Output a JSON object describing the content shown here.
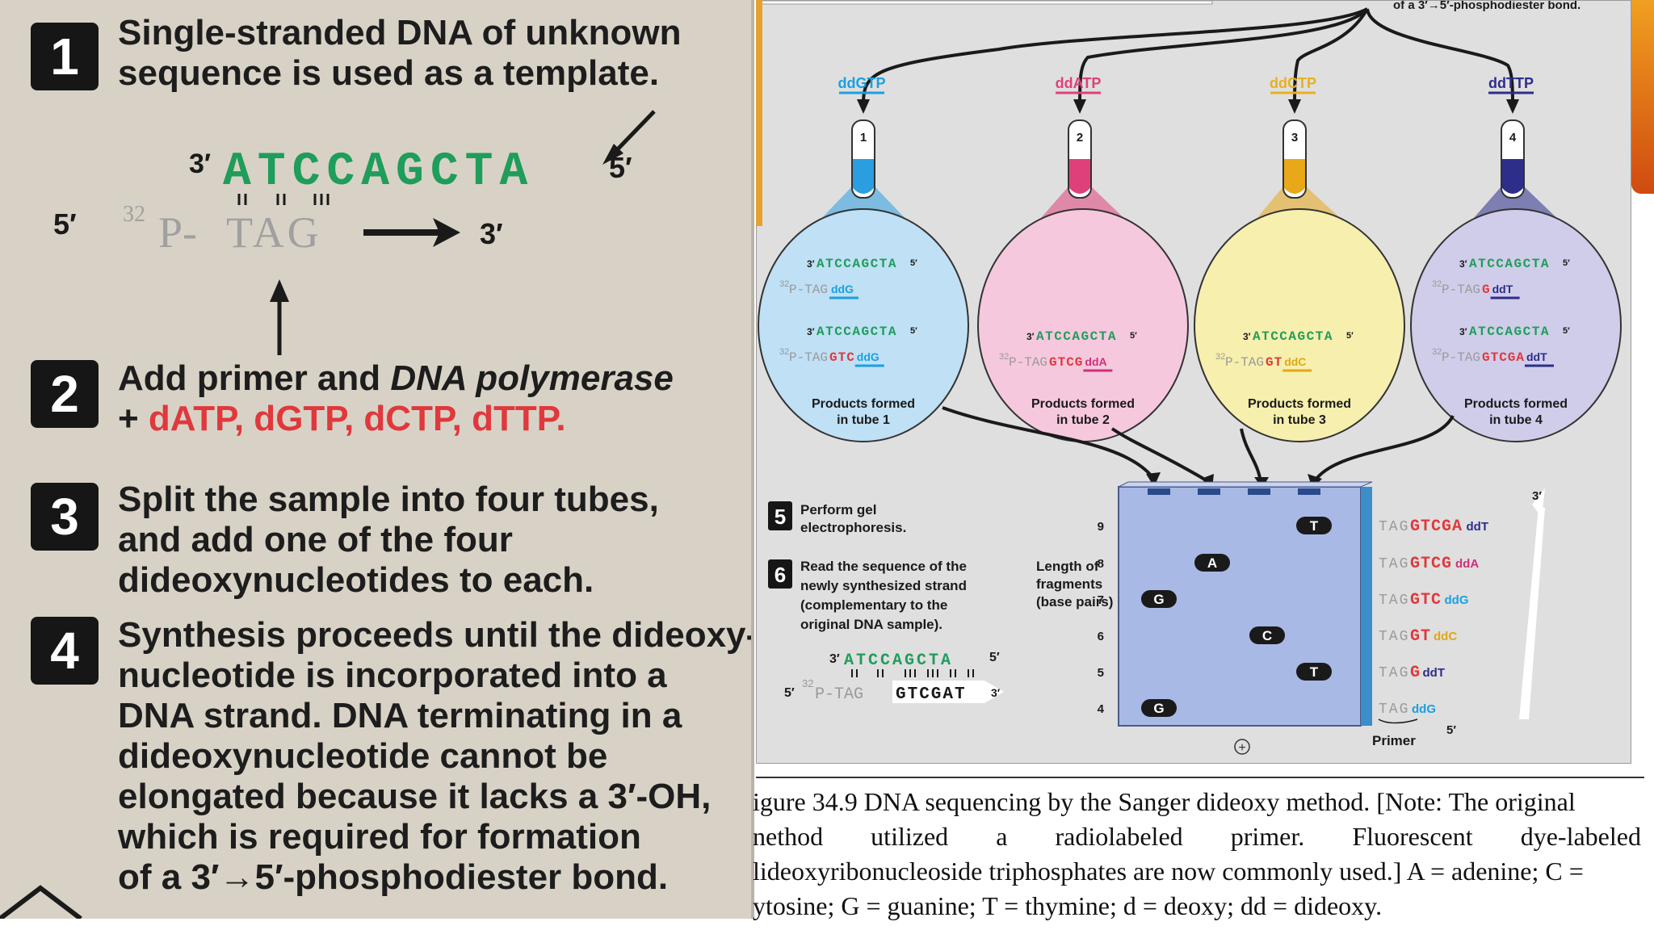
{
  "left_panel": {
    "steps": [
      {
        "num": "1",
        "lines": [
          "Single-stranded DNA of unknown",
          "sequence is used as a template."
        ]
      },
      {
        "num": "2",
        "line1_a": "Add primer and ",
        "line1_b": "DNA polymerase",
        "line2_a": "+ ",
        "line2_b": "dATP, dGTP, dCTP, dTTP."
      },
      {
        "num": "3",
        "lines": [
          "Split the sample into four tubes,",
          "and add one of the four",
          "dideoxynucleotides to each."
        ]
      },
      {
        "num": "4",
        "lines": [
          "Synthesis proceeds until the dideoxy-",
          "nucleotide is incorporated into a",
          "DNA strand. DNA terminating in a",
          "dideoxynucleotide cannot be",
          "elongated because it lacks a 3′-OH,",
          "which is required for  formation",
          "of a 3′→5′-phosphodiester bond."
        ]
      }
    ],
    "template": {
      "prime3": "3′",
      "seq": "ATCCAGCTA",
      "prime5": "5′"
    },
    "primer": {
      "prime5": "5′",
      "label32": "32",
      "p": "P-",
      "seq": "TAG",
      "prime3": "3′"
    }
  },
  "right_panel": {
    "top_note": "of a 3′→5′-phosphodiester bond.",
    "nucleotides": [
      {
        "label": "ddGTP",
        "color": "#1aa0e0",
        "tube": "1",
        "fill": "#2a9ee0"
      },
      {
        "label": "ddATP",
        "color": "#e0407a",
        "tube": "2",
        "fill": "#e0407a"
      },
      {
        "label": "ddCTP",
        "color": "#e8b020",
        "tube": "3",
        "fill": "#e8a818"
      },
      {
        "label": "ddTTP",
        "color": "#2c2e8a",
        "tube": "4",
        "fill": "#2c2e8a"
      }
    ],
    "bubbles": [
      {
        "fill": "#bfe0f5",
        "caption1": "Products formed",
        "caption2": "in tube 1",
        "frags": [
          {
            "template": "ATCCAGCTA",
            "primer": "P-TAG",
            "ext": "",
            "dd": "ddG",
            "ddcolor": "#1aa0e0"
          },
          {
            "template": "ATCCAGCTA",
            "primer": "P-TAG",
            "ext": "GTC",
            "dd": "ddG",
            "ddcolor": "#1aa0e0"
          }
        ]
      },
      {
        "fill": "#f6c8de",
        "caption1": "Products formed",
        "caption2": "in tube 2",
        "frags": [
          {
            "template": "ATCCAGCTA",
            "primer": "P-TAG",
            "ext": "GTCG",
            "dd": "ddA",
            "ddcolor": "#d0307a"
          }
        ]
      },
      {
        "fill": "#f7efad",
        "caption1": "Products formed",
        "caption2": "in tube 3",
        "frags": [
          {
            "template": "ATCCAGCTA",
            "primer": "P-TAG",
            "ext": "GT",
            "dd": "ddC",
            "ddcolor": "#e0a818"
          }
        ]
      },
      {
        "fill": "#cfcdea",
        "caption1": "Products formed",
        "caption2": "in tube 4",
        "frags": [
          {
            "template": "ATCCAGCTA",
            "primer": "P-TAG",
            "ext": "G",
            "dd": "ddT",
            "ddcolor": "#2c2e8a"
          },
          {
            "template": "ATCCAGCTA",
            "primer": "P-TAG",
            "ext": "GTCGA",
            "dd": "ddT",
            "ddcolor": "#2c2e8a"
          }
        ]
      }
    ],
    "step5": {
      "num": "5",
      "lines": [
        "Perform gel",
        "electrophoresis."
      ]
    },
    "step6": {
      "num": "6",
      "lines": [
        "Read the sequence of the",
        "newly synthesized strand",
        "(complementary to the",
        "original DNA sample)."
      ]
    },
    "length_label": [
      "Length of",
      "fragments",
      "(base pairs)"
    ],
    "gel_rows": [
      "9",
      "8",
      "7",
      "6",
      "5",
      "4"
    ],
    "gel_bands": [
      "T",
      "A",
      "G",
      "C",
      "T",
      "G"
    ],
    "read_template": {
      "prime3": "3′",
      "seq": "ATCCAGCTA",
      "prime5": "5′"
    },
    "read_primer": {
      "prime5": "5′",
      "label32": "32",
      "p": "P-TAG",
      "new": "GTCGAT",
      "prime3": "3′"
    },
    "ladder": [
      {
        "primer": "TAG",
        "ext": "GTCGA",
        "dd": "ddT",
        "ddcolor": "#2c2e8a"
      },
      {
        "primer": "TAG",
        "ext": "GTCG",
        "dd": "ddA",
        "ddcolor": "#d0307a"
      },
      {
        "primer": "TAG",
        "ext": "GTC",
        "dd": "ddG",
        "ddcolor": "#1aa0e0"
      },
      {
        "primer": "TAG",
        "ext": "GT",
        "dd": "ddC",
        "ddcolor": "#e0a818"
      },
      {
        "primer": "TAG",
        "ext": "G",
        "dd": "ddT",
        "ddcolor": "#2c2e8a"
      },
      {
        "primer": "TAG",
        "ext": "",
        "dd": "ddG",
        "ddcolor": "#1aa0e0"
      }
    ],
    "ladder_top": "3′",
    "ladder_bottom": "5′",
    "primer_label": "Primer",
    "plus_sign": "+"
  },
  "caption": {
    "line1": "igure 34.9 DNA sequencing by the Sanger dideoxy method. [Note: The original",
    "line2_words": [
      "nethod",
      "utilized",
      "a",
      "radiolabeled",
      "primer.",
      "Fluorescent",
      "dye-labeled"
    ],
    "line3": "lideoxyribonucleoside triphosphates are now commonly used.] A = adenine; C =",
    "line4": "ytosine; G = guanine; T = thymine; d = deoxy; dd = dideoxy."
  },
  "colors": {
    "red": "#e0383c",
    "green": "#1f9d5a",
    "gel": "#a9b9e6",
    "gel_edge": "#3c8dc8"
  }
}
